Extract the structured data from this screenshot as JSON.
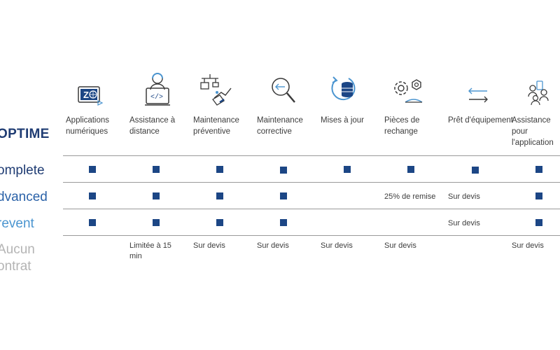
{
  "brand": "OPTIME",
  "rows": [
    "omplete",
    "dvanced",
    "revent",
    "Aucun\nontrat"
  ],
  "columns": [
    {
      "icon": "apps-icon",
      "title": "Applications numériques",
      "cells": [
        "■",
        "■",
        "■",
        ""
      ],
      "last": ""
    },
    {
      "icon": "remote-support-icon",
      "title": "Assistance à distance",
      "cells": [
        "■",
        "■",
        "■",
        ""
      ],
      "last": "Limitée à 15 min"
    },
    {
      "icon": "preventive-maintenance-icon",
      "title": "Maintenance préventive",
      "cells": [
        "■",
        "■",
        "■",
        ""
      ],
      "last": "Sur devis"
    },
    {
      "icon": "corrective-maintenance-icon",
      "title": "Maintenance corrective",
      "cells": [
        "■",
        "■",
        "■",
        ""
      ],
      "last": "Sur devis"
    },
    {
      "icon": "updates-icon",
      "title": "Mises à jour",
      "cells": [
        "■",
        "",
        "",
        ""
      ],
      "last": "Sur devis"
    },
    {
      "icon": "spare-parts-icon",
      "title": "Pièces de rechange",
      "cells": [
        "■",
        "25% de remise",
        "",
        ""
      ],
      "last": "Sur devis"
    },
    {
      "icon": "equipment-loan-icon",
      "title": "Prêt d'équipement",
      "cells": [
        "■",
        "Sur devis",
        "Sur devis",
        ""
      ],
      "last": ""
    },
    {
      "icon": "app-assistance-icon",
      "title": "Assistance pour l'application",
      "cells": [
        "■",
        "■",
        "■",
        ""
      ],
      "last": "Sur devis"
    }
  ],
  "labels": {
    "complete": "omplete",
    "advanced": "dvanced",
    "prevent": "revent",
    "aucun_line1": "Aucun",
    "aucun_line2": "ontrat"
  },
  "headers": {
    "c0": "Applications numériques",
    "c1": "Assistance à distance",
    "c2": "Maintenance préventive",
    "c3": "Maintenance corrective",
    "c4": "Mises à jour",
    "c5": "Pièces de rechange",
    "c6": "Prêt d'équipement",
    "c7": "Assistance pour l'application"
  },
  "values": {
    "c1_none": "Limitée à 15 min",
    "c2_none": "Sur devis",
    "c3_none": "Sur devis",
    "c4_none": "Sur devis",
    "c5_advanced": "25% de remise",
    "c5_none": "Sur devis",
    "c6_advanced": "Sur devis",
    "c6_prevent": "Sur devis",
    "c7_none": "Sur devis"
  },
  "colors": {
    "dark_blue": "#1f3c73",
    "mid_blue": "#2b62a8",
    "light_blue": "#4b95d0",
    "grey": "#b4b4b4",
    "square": "#1c4685"
  }
}
